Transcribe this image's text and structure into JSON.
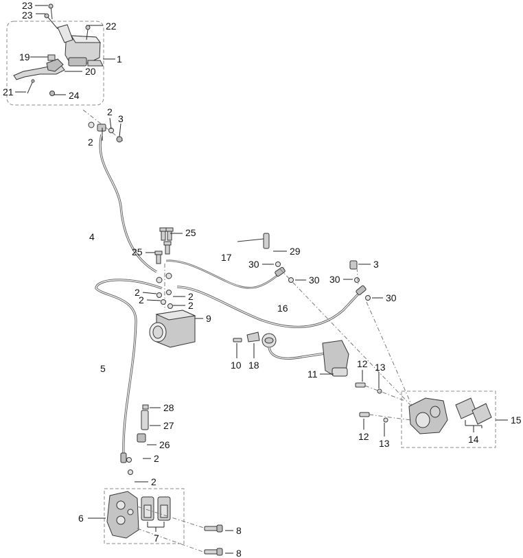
{
  "labels": {
    "p1": "1",
    "p2": "2",
    "p3": "3",
    "p4": "4",
    "p5": "5",
    "p6": "6",
    "p7": "7",
    "p8": "8",
    "p9": "9",
    "p10": "10",
    "p11": "11",
    "p12": "12",
    "p13": "13",
    "p14": "14",
    "p15": "15",
    "p16": "16",
    "p17": "17",
    "p18": "18",
    "p19": "19",
    "p20": "20",
    "p21": "21",
    "p22": "22",
    "p23": "23",
    "p24": "24",
    "p25": "25",
    "p26": "26",
    "p27": "27",
    "p28": "28",
    "p29": "29",
    "p30": "30"
  }
}
